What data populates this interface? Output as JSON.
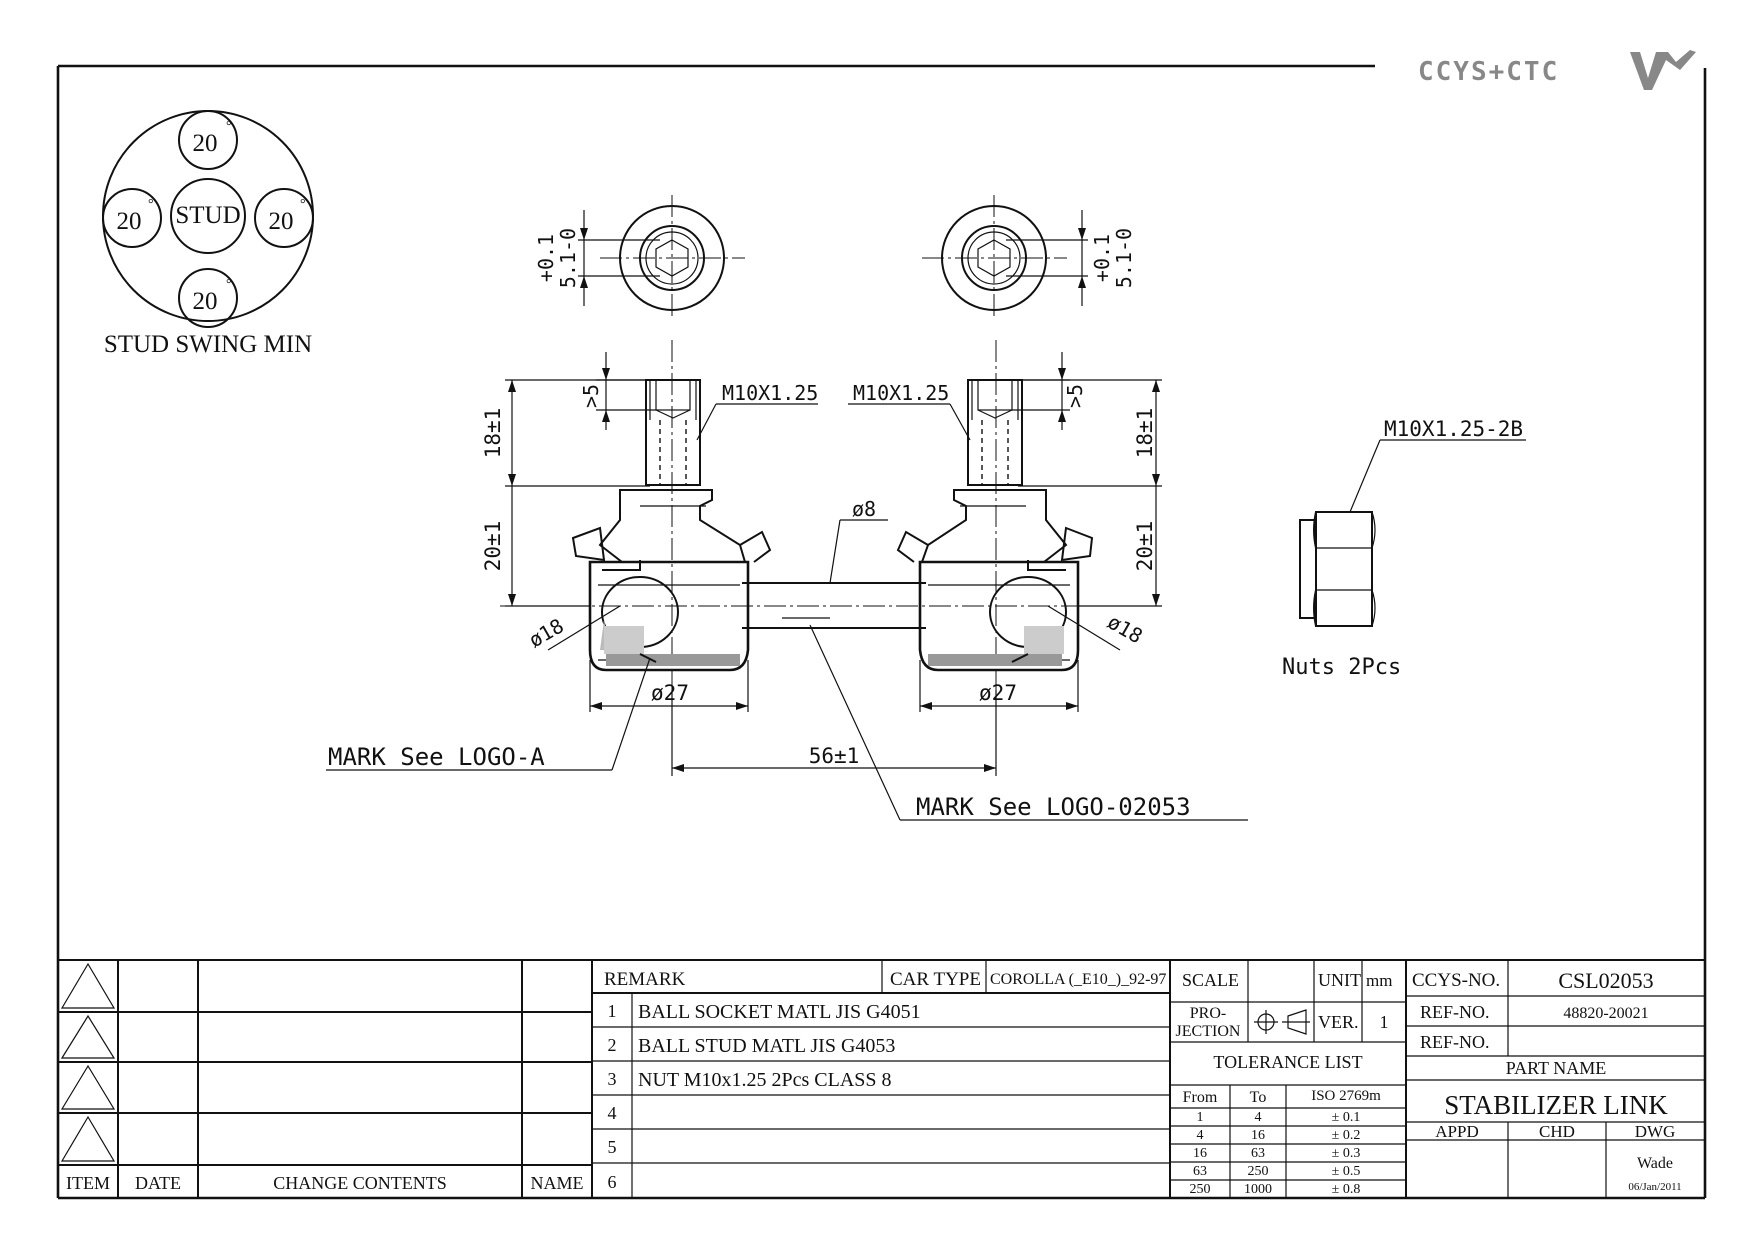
{
  "logo": {
    "text": "CCYS+CTC"
  },
  "stud_swing": {
    "center_label": "STUD",
    "angles": [
      "20",
      "20",
      "20",
      "20"
    ],
    "degree_symbol": "°",
    "caption": "STUD SWING MIN"
  },
  "dimensions": {
    "hex_tol_top": "+0.1",
    "hex_tol_bottom": "5.1-0",
    "thread_left": "M10X1.25",
    "thread_right": "M10X1.25",
    "depth_left": ">5",
    "depth_right": ">5",
    "thread_len_left": "18±1",
    "thread_len_right": "18±1",
    "height_left": "20±1",
    "height_right": "20±1",
    "bar_dia": "ø8",
    "ball_left": "ø18",
    "ball_right": "ø18",
    "housing_left": "ø27",
    "housing_right": "ø27",
    "center_dist": "56±1",
    "mark_a": "MARK See LOGO-A",
    "mark_b": "MARK See LOGO-02053",
    "nut_thread": "M10X1.25-2B",
    "nut_caption": "Nuts 2Pcs"
  },
  "revision_block": {
    "headers": [
      "ITEM",
      "DATE",
      "CHANGE CONTENTS",
      "NAME"
    ]
  },
  "remarks": {
    "header": "REMARK",
    "car_type_label": "CAR TYPE",
    "car_type_value": "COROLLA (_E10_)_92-97",
    "items": [
      {
        "no": "1",
        "text": "BALL SOCKET MATL JIS G4051"
      },
      {
        "no": "2",
        "text": "BALL STUD MATL JIS G4053"
      },
      {
        "no": "3",
        "text": "NUT M10x1.25 2Pcs CLASS 8"
      },
      {
        "no": "4",
        "text": ""
      },
      {
        "no": "5",
        "text": ""
      },
      {
        "no": "6",
        "text": ""
      }
    ]
  },
  "title_block": {
    "scale_label": "SCALE",
    "unit_label": "UNIT",
    "unit_value": "mm",
    "projection_label_1": "PRO-",
    "projection_label_2": "JECTION",
    "ver_label": "VER.",
    "ver_value": "1",
    "tolerance_title": "TOLERANCE LIST",
    "tolerance_headers": [
      "From",
      "To",
      "ISO 2769m"
    ],
    "tolerance_rows": [
      [
        "1",
        "4",
        "± 0.1"
      ],
      [
        "4",
        "16",
        "± 0.2"
      ],
      [
        "16",
        "63",
        "± 0.3"
      ],
      [
        "63",
        "250",
        "± 0.5"
      ],
      [
        "250",
        "1000",
        "± 0.8"
      ]
    ],
    "ccys_no_label": "CCYS-NO.",
    "ccys_no_value": "CSL02053",
    "ref_no_label_1": "REF-NO.",
    "ref_no_value_1": "48820-20021",
    "ref_no_label_2": "REF-NO.",
    "ref_no_value_2": "",
    "part_name_label": "PART NAME",
    "part_name_value": "STABILIZER LINK",
    "appd_label": "APPD",
    "chd_label": "CHD",
    "dwg_label": "DWG",
    "dwg_name": "Wade",
    "dwg_date": "06/Jan/2011"
  }
}
